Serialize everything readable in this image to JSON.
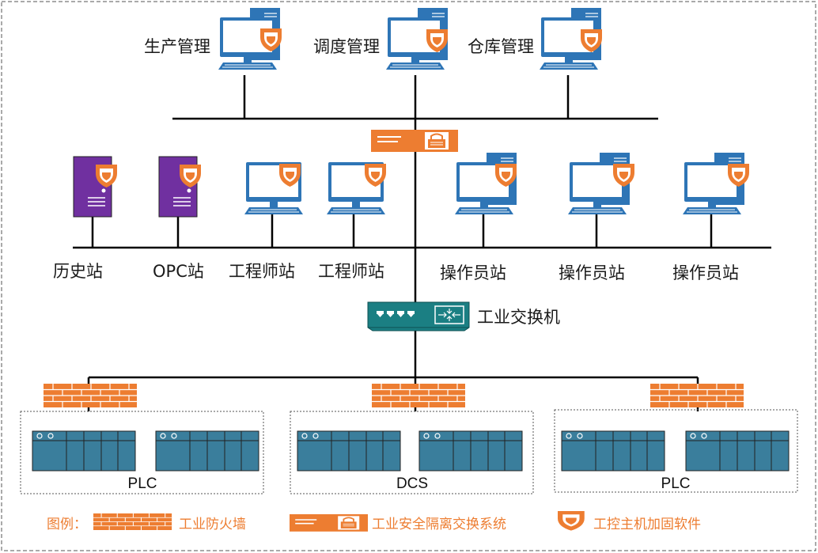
{
  "colors": {
    "orange": "#ED7D31",
    "monitor": "#2E75B6",
    "server": "#7030A0",
    "switch": "#1B7F83",
    "plc": "#3A7E9C",
    "brick": "#ED7D31",
    "line": "#000000"
  },
  "management": {
    "items": [
      "生产管理",
      "调度管理",
      "仓库管理"
    ]
  },
  "stations": {
    "history": "历史站",
    "opc": "OPC站",
    "engineer_1": "工程师站",
    "engineer_2": "工程师站",
    "operator_1": "操作员站",
    "operator_2": "操作员站",
    "operator_3": "操作员站"
  },
  "switch": {
    "label": "工业交换机"
  },
  "controllers": {
    "left": "PLC",
    "center": "DCS",
    "right": "PLC"
  },
  "legend": {
    "title": "图例：",
    "firewall": "工业防火墙",
    "gateway": "工业安全隔离交换系统",
    "hardening": "工控主机加固软件"
  },
  "icons": {
    "workstation": "desktop-computer-icon",
    "tower_workstation": "tower-computer-icon",
    "server": "server-icon",
    "shield": "shield-icon",
    "firewall": "brick-wall-icon",
    "gateway": "security-gateway-icon",
    "switch": "network-switch-icon",
    "plc": "plc-rack-icon"
  }
}
